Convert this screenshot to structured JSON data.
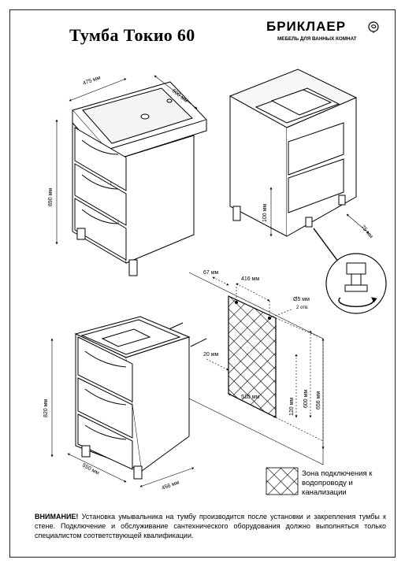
{
  "title": "Тумба Токио 60",
  "logo": {
    "name": "БРИКЛАЕР",
    "tagline": "МЕБЕЛЬ ДЛЯ ВАННЫХ КОМНАТ",
    "icon": "rose-icon"
  },
  "dimensions": {
    "depth_top": "475 мм",
    "width_top": "600 мм",
    "height_total": "890 мм",
    "leg_height": "100 мм",
    "leg_offset": "75 мм",
    "offset_67": "67 мм",
    "offset_416": "416 мм",
    "hole_diameter": "Ø5 мм",
    "hole_count": "2 отв.",
    "offset_20": "20 мм",
    "zone_width": "510 мм",
    "zone_bottom": "120 мм",
    "zone_height": "600 мм",
    "hole_height": "656 мм",
    "body_height": "820 мм",
    "body_depth": "550 мм",
    "body_width": "456 мм"
  },
  "legend": {
    "text": "Зона подключения к водопроводу и канализации",
    "icon": "hatch-swatch-icon"
  },
  "notice": {
    "lead": "ВНИМАНИЕ!",
    "body": " Установка умывальника на тумбу производится после установки и закрепления тумбы к стене. Подключение и обслуживание сантехнического оборудования должно выполняться только специалистом соответствующей квалификации."
  }
}
